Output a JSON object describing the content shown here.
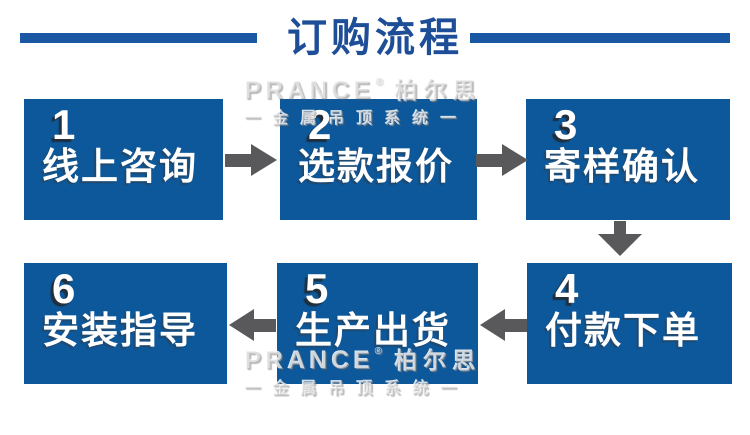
{
  "header": {
    "title": "订购流程"
  },
  "steps": [
    {
      "num": "1",
      "label": "线上咨询"
    },
    {
      "num": "2",
      "label": "选款报价"
    },
    {
      "num": "3",
      "label": "寄样确认"
    },
    {
      "num": "4",
      "label": "付款下单"
    },
    {
      "num": "5",
      "label": "生产出货"
    },
    {
      "num": "6",
      "label": "安装指导"
    }
  ],
  "flow_order": [
    "线上咨询",
    "选款报价",
    "寄样确认",
    "付款下单",
    "生产出货",
    "安装指导"
  ],
  "watermark": {
    "brand": "PRANCE",
    "reg": "®",
    "brand_cn": "柏尔思",
    "tagline": "一金属吊顶系统一"
  },
  "colors": {
    "box_blue": "#0d589b",
    "bar_blue": "#1b58a4",
    "title_blue": "#1d4e97",
    "arrow_gray": "#59595b",
    "step_text": "#ffffff",
    "background": "#ffffff"
  }
}
